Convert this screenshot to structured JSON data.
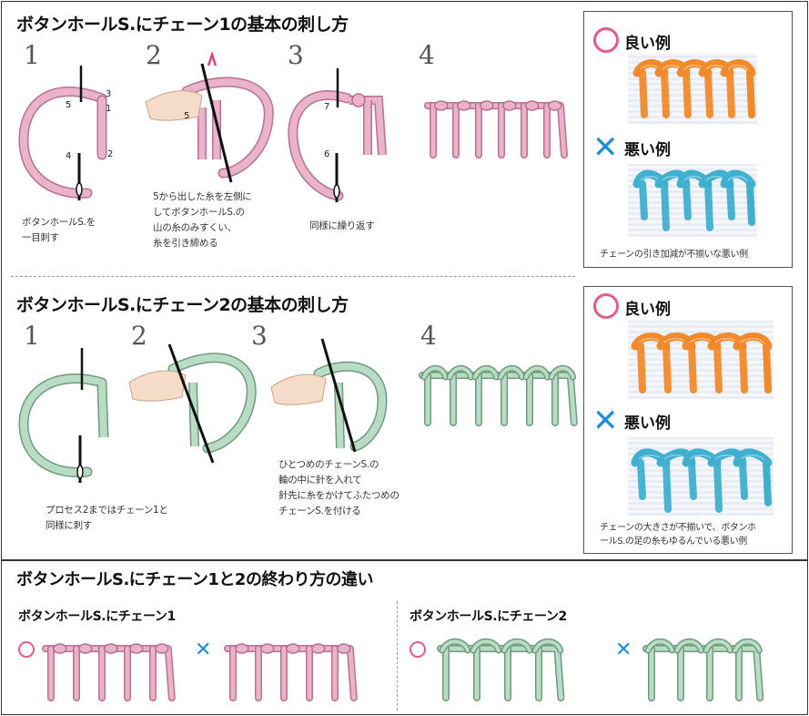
{
  "section1": {
    "title": "ボタンホールS.にチェーン1の基本の刺し方",
    "steps": [
      "1",
      "2",
      "3",
      "4"
    ],
    "captions": {
      "step1": [
        "ボタンホールS.を",
        "一目刺す"
      ],
      "step2": [
        "5から出した糸を左側に",
        "してボタンホールS.の",
        "山の糸のみすくい、",
        "糸を引き締める"
      ],
      "step3": [
        "同様に繰り返す"
      ]
    },
    "point_labels": {
      "p1": "1",
      "p2": "2",
      "p3": "3",
      "p4": "4",
      "p5": "5",
      "p5b": "5",
      "p6": "6",
      "p7": "7"
    },
    "panel": {
      "good_label": "良い例",
      "bad_label": "悪い例",
      "bad_caption": "チェーンの引き加減が不揃いな悪い例"
    }
  },
  "section2": {
    "title": "ボタンホールS.にチェーン2の基本の刺し方",
    "steps": [
      "1",
      "2",
      "3",
      "4"
    ],
    "captions": {
      "step2": [
        "プロセス2まではチェーン1と",
        "同様に刺す"
      ],
      "step3": [
        "ひとつめのチェーンS.の",
        "輪の中に針を入れて",
        "針先に糸をかけてふたつめの",
        "チェーンS.を付ける"
      ]
    },
    "panel": {
      "good_label": "良い例",
      "bad_label": "悪い例",
      "bad_caption": [
        "チェーンの大きさが不揃いで、ボタンホ",
        "ールS.の足の糸もゆるんでいる悪い例"
      ]
    }
  },
  "section3": {
    "title": "ボタンホールS.にチェーン1と2の終わり方の違い",
    "left_sub": "ボタンホールS.にチェーン1",
    "right_sub": "ボタンホールS.にチェーン2"
  },
  "colors": {
    "pink_thread": "#e9b3cc",
    "pink_outline": "#b8718f",
    "green_thread": "#b8dcc4",
    "green_outline": "#6f9a7e",
    "orange_sample": "#f08a2a",
    "blue_sample": "#3fb0cf",
    "good_mark": "#e25c8a",
    "bad_mark": "#1e8fd6",
    "arrow": "#e0457b"
  },
  "icons": {
    "good": "circle-mark-icon",
    "bad": "cross-mark-icon",
    "needle": "needle-icon",
    "finger": "finger-icon"
  }
}
